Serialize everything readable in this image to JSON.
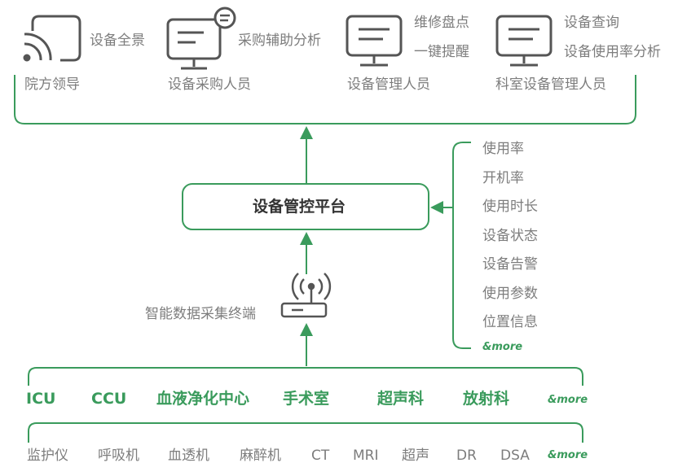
{
  "colors": {
    "accent": "#3a9b5c",
    "icon": "#555555",
    "text": "#7d7d7d"
  },
  "roles": [
    {
      "icon": "cast-screen-icon",
      "label": "院方领导",
      "features": [
        "设备全景"
      ]
    },
    {
      "icon": "monitor-chat-icon",
      "label": "设备采购人员",
      "features": [
        "采购辅助分析"
      ]
    },
    {
      "icon": "monitor-icon",
      "label": "设备管理人员",
      "features": [
        "维修盘点",
        "一键提醒"
      ]
    },
    {
      "icon": "monitor-icon",
      "label": "科室设备管理人员",
      "features": [
        "设备查询",
        "设备使用率分析"
      ]
    }
  ],
  "platform": {
    "label": "设备管控平台"
  },
  "metrics": [
    "使用率",
    "开机率",
    "使用时长",
    "设备状态",
    "设备告警",
    "使用参数",
    "位置信息"
  ],
  "metrics_more": "&more",
  "terminal": {
    "label": "智能数据采集终端"
  },
  "departments": [
    "ICU",
    "CCU",
    "血液净化中心",
    "手术室",
    "超声科",
    "放射科"
  ],
  "departments_more": "&more",
  "devices": [
    "监护仪",
    "呼吸机",
    "血透机",
    "麻醉机",
    "CT",
    "MRI",
    "超声",
    "DR",
    "DSA"
  ],
  "devices_more": "&more"
}
